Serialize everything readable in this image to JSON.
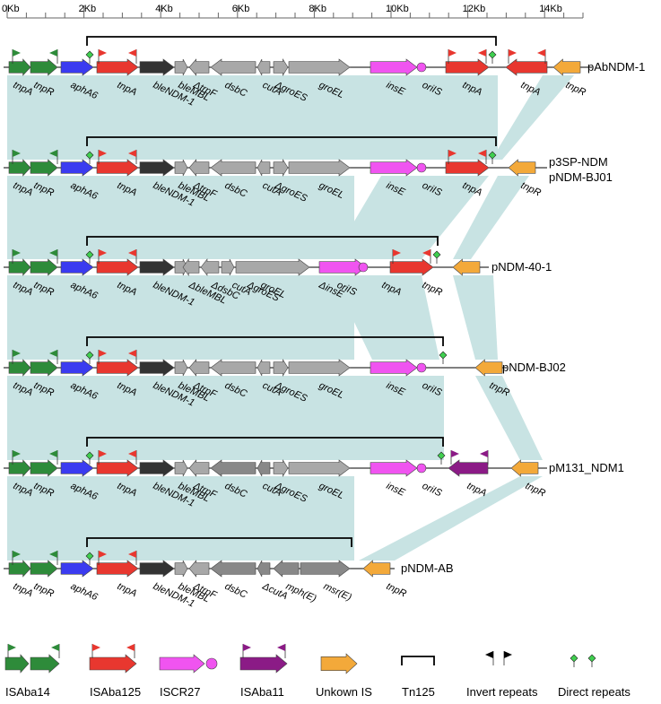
{
  "scale": {
    "ticks": [
      "0Kb",
      "2Kb",
      "4Kb",
      "6Kb",
      "8Kb",
      "10Kb",
      "12Kb",
      "14Kb"
    ]
  },
  "colors": {
    "isaba14": "#2e8b3a",
    "isaba125": "#e8372f",
    "iscr27": "#f054f0",
    "isaba11": "#8b1b86",
    "unknown_is": "#f3a93a",
    "blue": "#3b3bf0",
    "dark_gray": "#333333",
    "gray": "#a8a8a8",
    "mid_gray": "#888888",
    "link": "#c8e3e3"
  },
  "plasmids": [
    {
      "name": [
        "pAbNDM-1"
      ],
      "labels": [
        "tnpA",
        "tnpR",
        "aphA6",
        "tnpA",
        "bleNDM-1",
        "bleMBL",
        "ΔtrpF",
        "dsbC",
        "cutA",
        "ΔgroES",
        "groEL",
        "insE",
        "oriIS",
        "tnpA",
        "tnpA",
        "tnpR"
      ]
    },
    {
      "name": [
        "p3SP-NDM",
        "pNDM-BJ01"
      ],
      "labels": [
        "tnpA",
        "tnpR",
        "aphA6",
        "tnpA",
        "bleNDM-1",
        "bleMBL",
        "ΔtrpF",
        "dsbC",
        "cutA",
        "ΔgroES",
        "groEL",
        "insE",
        "oriIS",
        "tnpA",
        "tnpR"
      ]
    },
    {
      "name": [
        "pNDM-40-1"
      ],
      "labels": [
        "tnpA",
        "tnpR",
        "aphA6",
        "tnpA",
        "bleNDM-1",
        "ΔbleMBL",
        "ΔdsbC",
        "cutA",
        "ΔgroES",
        "groEL",
        "ΔinsE",
        "oriIS",
        "tnpA",
        "tnpR"
      ]
    },
    {
      "name": [
        "pNDM-BJ02"
      ],
      "labels": [
        "tnpA",
        "tnpR",
        "aphA6",
        "tnpA",
        "bleNDM-1",
        "bleMBL",
        "ΔtrpF",
        "dsbC",
        "cutA",
        "ΔgroES",
        "groEL",
        "insE",
        "oriIS",
        "tnpR"
      ]
    },
    {
      "name": [
        "pM131_NDM1"
      ],
      "labels": [
        "tnpA",
        "tnpR",
        "aphA6",
        "tnpA",
        "bleNDM-1",
        "bleMBL",
        "ΔtrpF",
        "dsbC",
        "cutA",
        "ΔgroES",
        "groEL",
        "insE",
        "oriIS",
        "tnpA",
        "tnpR"
      ]
    },
    {
      "name": [
        "pNDM-AB"
      ],
      "labels": [
        "tnpA",
        "tnpR",
        "aphA6",
        "tnpA",
        "bleNDM-1",
        "bleMBL",
        "ΔtrpF",
        "dsbC",
        "ΔcutA",
        "mph(E)",
        "msr(E)",
        "tnpR"
      ]
    }
  ],
  "legend": [
    {
      "kind": "isaba14",
      "label": "ISAba14"
    },
    {
      "kind": "isaba125",
      "label": "ISAba125"
    },
    {
      "kind": "iscr27",
      "label": "ISCR27"
    },
    {
      "kind": "isaba11",
      "label": "ISAba11"
    },
    {
      "kind": "unknown",
      "label": "Unkown IS"
    },
    {
      "kind": "tn125",
      "label": "Tn125"
    },
    {
      "kind": "invert",
      "label": "Invert repeats"
    },
    {
      "kind": "direct",
      "label": "Direct repeats"
    }
  ]
}
